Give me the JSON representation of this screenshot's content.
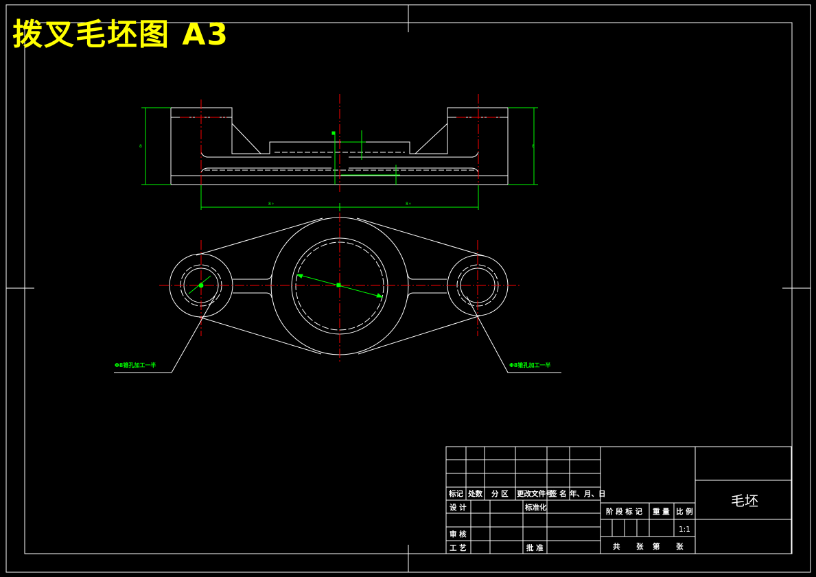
{
  "drawing_title": "拨叉毛坯图  A3",
  "colors": {
    "background": "#000000",
    "outline": "#ffffff",
    "centerline": "#ff0000",
    "dimension": "#00ff00",
    "title": "#ffff00"
  },
  "annotations": {
    "left_note": "Φ8锥孔加工一半",
    "right_note": "Φ8锥孔加工一半"
  },
  "title_block": {
    "headers": {
      "mark": "标记",
      "count": "处数",
      "zone": "分 区",
      "change_doc": "更改文件号",
      "signature": "签 名",
      "date": "年、月、日"
    },
    "design": "设 计",
    "standardize": "标准化",
    "review": "审 核",
    "process": "工 艺",
    "approve": "批 准",
    "stage_mark": "阶 段 标 记",
    "weight": "重 量",
    "scale_label": "比 例",
    "scale_value": "1:1",
    "sheet_total": "共",
    "sheet_unit": "张",
    "sheet_no": "第",
    "sheet_unit2": "张",
    "part_name": "毛坯"
  }
}
